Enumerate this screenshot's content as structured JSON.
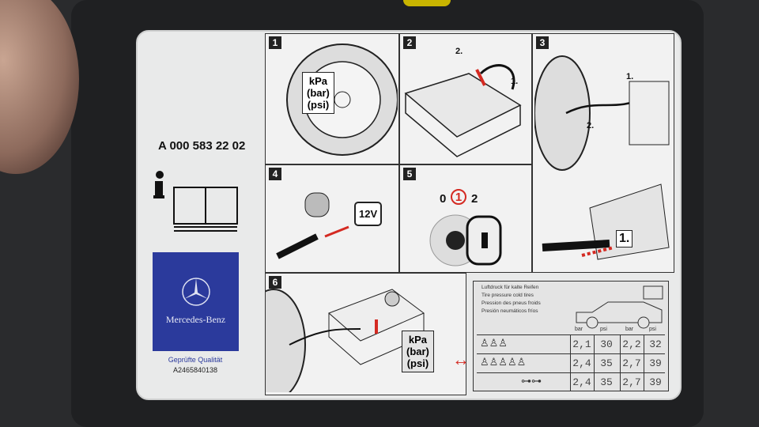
{
  "part_number": "A 000 583 22 02",
  "brand": "Mercedes-Benz",
  "quality_label": "Geprüfte Qualität",
  "label_code": "A2465840138",
  "steps": [
    {
      "number": "1",
      "text": [
        "kPa",
        "(bar)",
        "(psi)"
      ]
    },
    {
      "number": "2",
      "callouts": [
        "2.",
        "1."
      ]
    },
    {
      "number": "3",
      "callouts": [
        "1.",
        "2.",
        "1."
      ]
    },
    {
      "number": "4",
      "voltage": "12V"
    },
    {
      "number": "5",
      "positions": [
        "0",
        "1",
        "2"
      ]
    },
    {
      "number": "6",
      "text": [
        "kPa",
        "(bar)",
        "(psi)"
      ]
    }
  ],
  "pressure_table": {
    "titles": [
      "Luftdruck für kalte Reifen",
      "Tire pressure cold tires",
      "Pression des pneus froids",
      "Presión neumáticos fríos"
    ],
    "columns": [
      "bar",
      "psi",
      "bar",
      "psi"
    ],
    "rows": [
      [
        "2,1",
        "30",
        "2,2",
        "32"
      ],
      [
        "2,4",
        "35",
        "2,7",
        "39"
      ],
      [
        "2,4",
        "35",
        "2,7",
        "39"
      ]
    ]
  },
  "colors": {
    "accent_red": "#d42a22",
    "brand_blue": "#2b3a9c"
  }
}
